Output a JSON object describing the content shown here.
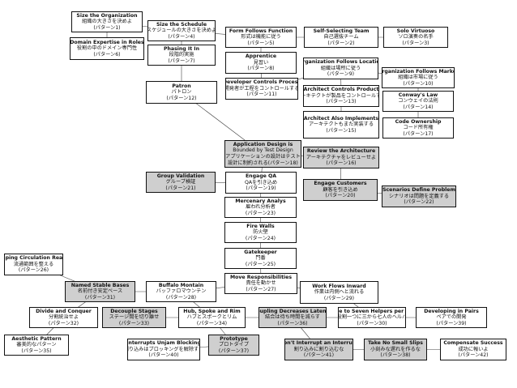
{
  "diagram": {
    "boxes": [
      {
        "id": "b1",
        "shaded": false,
        "lines": [
          "Size the Organization",
          "組織の大きさを決めよ",
          "(パターン1)"
        ]
      },
      {
        "id": "b6",
        "shaded": false,
        "lines": [
          "Domain Expertise in Roles",
          "役割の中のドメイン専門性",
          "(パターン6)"
        ]
      },
      {
        "id": "b4",
        "shaded": false,
        "lines": [
          "Size the Schedule",
          "スケジュールの大きさを決めよ",
          "(パターン4)"
        ]
      },
      {
        "id": "b7",
        "shaded": false,
        "lines": [
          "Phasing It In",
          "段階的実施",
          "(パターン7)"
        ]
      },
      {
        "id": "b12",
        "shaded": false,
        "lines": [
          "Patron",
          "パトロン",
          "(パターン12)"
        ]
      },
      {
        "id": "b5",
        "shaded": false,
        "lines": [
          "Form Follows Function",
          "形式は機能に従う",
          "(パターン5)"
        ]
      },
      {
        "id": "b8",
        "shaded": false,
        "lines": [
          "Apprentice",
          "見習い",
          "(パターン8)"
        ]
      },
      {
        "id": "b11",
        "shaded": false,
        "lines": [
          "Developer Controls Process",
          "開発者が工程をコントロールする",
          "(パターン11)"
        ]
      },
      {
        "id": "b2",
        "shaded": false,
        "lines": [
          "Self-Selecting Team",
          "自己選抜チーム",
          "(パターン2)"
        ]
      },
      {
        "id": "b9",
        "shaded": false,
        "lines": [
          "Organization Follows Location",
          "組織は場所に従う",
          "(パターン9)"
        ]
      },
      {
        "id": "b13",
        "shaded": false,
        "lines": [
          "Architect Controls Product",
          "アーキテクトが製品をコントロールする",
          "(パターン13)"
        ]
      },
      {
        "id": "b15",
        "shaded": false,
        "lines": [
          "Architect Also Implements",
          "アーキテクトもまた実装する",
          "(パターン15)"
        ]
      },
      {
        "id": "b3",
        "shaded": false,
        "lines": [
          "Solo Virtuoso",
          "ソロ演奏の名手",
          "(パターン3)"
        ]
      },
      {
        "id": "b10",
        "shaded": false,
        "lines": [
          "Organization Follows Market",
          "組織は市場に従う",
          "(パターン10)"
        ]
      },
      {
        "id": "b14",
        "shaded": false,
        "lines": [
          "Conway's Law",
          "コンウェイの法則",
          "(パターン14)"
        ]
      },
      {
        "id": "b17",
        "shaded": false,
        "lines": [
          "Code Ownership",
          "コード所有権",
          "(パターン17)"
        ]
      },
      {
        "id": "b18",
        "shaded": true,
        "lines": [
          "Application Design is",
          "Bounded by Test Design",
          "アプリケーションの設計はテスト",
          "設計に制約される(パターン18)"
        ]
      },
      {
        "id": "b16",
        "shaded": true,
        "lines": [
          "Review the Architecture",
          "アーキテクチャをレビューせよ",
          "(パターン16)"
        ]
      },
      {
        "id": "b21",
        "shaded": true,
        "lines": [
          "Group Validation",
          "グループ検証",
          "(パターン21)"
        ]
      },
      {
        "id": "b19",
        "shaded": false,
        "lines": [
          "Engage QA",
          "QAを引き込め",
          "(パターン19)"
        ]
      },
      {
        "id": "b20",
        "shaded": true,
        "lines": [
          "Engage Customers",
          "顧客を引き込め",
          "(パターン20)"
        ]
      },
      {
        "id": "b22",
        "shaded": true,
        "lines": [
          "Scenarios Define Problem",
          "シナリオは問題を定義する",
          "(パターン22)"
        ]
      },
      {
        "id": "b23",
        "shaded": false,
        "lines": [
          "Mercenary Analys",
          "雇われ分析者",
          "(パターン23)"
        ]
      },
      {
        "id": "b24",
        "shaded": false,
        "lines": [
          "Fire Walls",
          "防火壁",
          "(パターン24)"
        ]
      },
      {
        "id": "b25",
        "shaded": false,
        "lines": [
          "Gatekeeper",
          "門番",
          "(パターン25)"
        ]
      },
      {
        "id": "b26",
        "shaded": false,
        "lines": [
          "Shaping Circulation Realms",
          "流通範囲を整える",
          "(パターン26)"
        ]
      },
      {
        "id": "b27",
        "shaded": false,
        "lines": [
          "Move Responsibilities",
          "責任を動かせ",
          "(パターン27)"
        ]
      },
      {
        "id": "b31",
        "shaded": true,
        "lines": [
          "Named Stable Bases",
          "名前付き安定ベース",
          "(パターン31)"
        ]
      },
      {
        "id": "b28",
        "shaded": false,
        "lines": [
          "Buffalo Montain",
          "バッファロマウンテン",
          "(パターン28)"
        ]
      },
      {
        "id": "b29",
        "shaded": false,
        "lines": [
          "Work Flows Inward",
          "作業は内側へと流れる",
          "(パターン29)"
        ]
      },
      {
        "id": "b32",
        "shaded": false,
        "lines": [
          "Divide and Conquer",
          "分割統治せよ",
          "(パターン32)"
        ]
      },
      {
        "id": "b33",
        "shaded": true,
        "lines": [
          "Decouple Stages",
          "ステージ間を切り離せ",
          "(パターン33)"
        ]
      },
      {
        "id": "b34",
        "shaded": false,
        "lines": [
          "Hub, Spoke and Rim",
          "ハブとスポークとリム",
          "(パターン34)"
        ]
      },
      {
        "id": "b36",
        "shaded": true,
        "lines": [
          "Coupling Decreases Latency",
          "結合は待ち時間を減らす",
          "(パターン36)"
        ]
      },
      {
        "id": "b30",
        "shaded": false,
        "lines": [
          "Three to Seven Helpers per Role",
          "役割一つに三から七人のヘルパ",
          "(パターン30)"
        ]
      },
      {
        "id": "b39",
        "shaded": false,
        "lines": [
          "Developing in Pairs",
          "ペアでの開発",
          "(パターン39)"
        ]
      },
      {
        "id": "b35",
        "shaded": false,
        "lines": [
          "Aesthetic Pattern",
          "審美的なパターン",
          "(パターン35)"
        ]
      },
      {
        "id": "b40",
        "shaded": false,
        "lines": [
          "Interrupts Unjam Blocking",
          "割り込みはブロッキングを解除する",
          "(パターン40)"
        ]
      },
      {
        "id": "b37",
        "shaded": true,
        "lines": [
          "Prototype",
          "プロトタイプ",
          "(パターン37)"
        ]
      },
      {
        "id": "b41",
        "shaded": true,
        "lines": [
          "Don't Interrupt an Interrupt",
          "割り込みに割り込むな",
          "(パターン41)"
        ]
      },
      {
        "id": "b38",
        "shaded": true,
        "lines": [
          "Take No Small Slips",
          "小刻みな遅れを作るな",
          "(パターン38)"
        ]
      },
      {
        "id": "b42",
        "shaded": false,
        "lines": [
          "Compensate Success",
          "成功に報いよ",
          "(パターン42)"
        ]
      }
    ],
    "edges": [
      [
        "b1",
        "b6"
      ],
      [
        "b1",
        "b4"
      ],
      [
        "b4",
        "b7"
      ],
      [
        "b4",
        "b5"
      ],
      [
        "b7",
        "b12"
      ],
      [
        "b5",
        "b8"
      ],
      [
        "b5",
        "b2"
      ],
      [
        "b8",
        "b11"
      ],
      [
        "b11",
        "b9"
      ],
      [
        "b9",
        "b10"
      ],
      [
        "b10",
        "b14"
      ],
      [
        "b2",
        "b3"
      ],
      [
        "b9",
        "b13"
      ],
      [
        "b13",
        "b15"
      ],
      [
        "b14",
        "b17"
      ],
      [
        "b12",
        "b18"
      ],
      [
        "b18",
        "b16"
      ],
      [
        "b18",
        "b19"
      ],
      [
        "b16",
        "b20"
      ],
      [
        "b20",
        "b22"
      ],
      [
        "b21",
        "b19"
      ],
      [
        "b19",
        "b23"
      ],
      [
        "b23",
        "b24"
      ],
      [
        "b24",
        "b25"
      ],
      [
        "b25",
        "b27"
      ],
      [
        "b27",
        "b29"
      ],
      [
        "b27",
        "b28"
      ],
      [
        "b28",
        "b31"
      ],
      [
        "b26",
        "b31"
      ],
      [
        "b31",
        "b32"
      ],
      [
        "b28",
        "b34"
      ],
      [
        "b33",
        "b34"
      ],
      [
        "b34",
        "b36"
      ],
      [
        "b36",
        "b30"
      ],
      [
        "b30",
        "b39"
      ],
      [
        "b34",
        "b37"
      ],
      [
        "b32",
        "b35"
      ],
      [
        "b36",
        "b41"
      ],
      [
        "b41",
        "b38"
      ],
      [
        "b38",
        "b42"
      ],
      [
        "b37",
        "b40"
      ],
      [
        "b29",
        "b30"
      ]
    ]
  }
}
